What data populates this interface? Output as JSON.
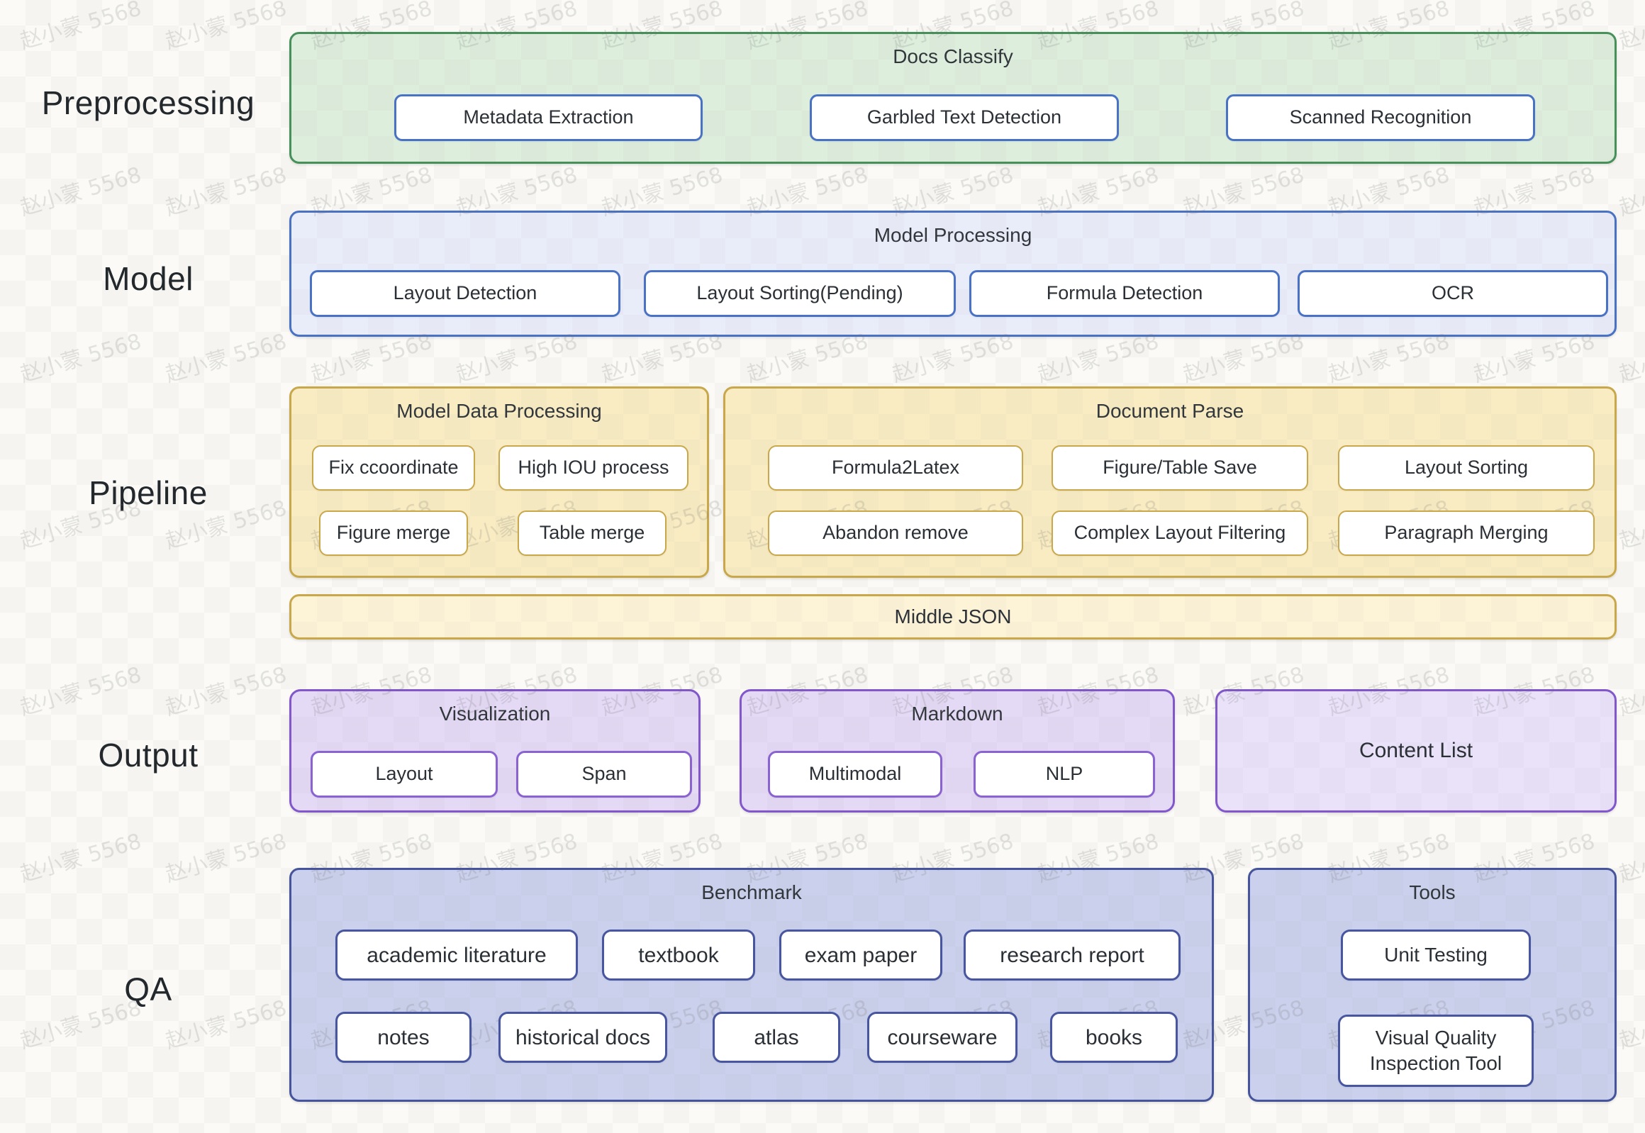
{
  "watermark": {
    "text": "赵小蒙 5568"
  },
  "row_labels": {
    "preprocessing": "Preprocessing",
    "model": "Model",
    "pipeline": "Pipeline",
    "output": "Output",
    "qa": "QA"
  },
  "docs_classify": {
    "title": "Docs Classify",
    "items": [
      "Metadata Extraction",
      "Garbled Text Detection",
      "Scanned Recognition"
    ]
  },
  "model_processing": {
    "title": "Model Processing",
    "items": [
      "Layout Detection",
      "Layout Sorting(Pending)",
      "Formula Detection",
      "OCR"
    ]
  },
  "model_data_processing": {
    "title": "Model Data Processing",
    "row1": [
      "Fix ccoordinate",
      "High IOU process"
    ],
    "row2": [
      "Figure merge",
      "Table merge"
    ]
  },
  "document_parse": {
    "title": "Document Parse",
    "row1": [
      "Formula2Latex",
      "Figure/Table Save",
      "Layout Sorting"
    ],
    "row2": [
      "Abandon remove",
      "Complex Layout Filtering",
      "Paragraph Merging"
    ]
  },
  "middle_json": {
    "title": "Middle JSON"
  },
  "visualization": {
    "title": "Visualization",
    "items": [
      "Layout",
      "Span"
    ]
  },
  "markdown": {
    "title": "Markdown",
    "items": [
      "Multimodal",
      "NLP"
    ]
  },
  "content_list": {
    "title": "Content List"
  },
  "benchmark": {
    "title": "Benchmark",
    "row1": [
      "academic literature",
      "textbook",
      "exam paper",
      "research report"
    ],
    "row2": [
      "notes",
      "historical docs",
      "atlas",
      "courseware",
      "books"
    ]
  },
  "tools": {
    "title": "Tools",
    "items": [
      "Unit Testing",
      "Visual Quality Inspection Tool"
    ]
  },
  "colors": {
    "page_bg": "#fbfaf7",
    "green_border": "#46915a",
    "green_bg": "#ddeedd",
    "blue_border": "#4a72c4",
    "blue_bg": "#e9edfa",
    "yellow_border": "#c9a84c",
    "yellow_bg": "#f9ecc3",
    "yellow_bar_bg": "#fdf4d8",
    "purple_border": "#8157cb",
    "purple_bg": "#e4daf6",
    "purple_bg_light": "#eae2f9",
    "navy_border": "#45549b",
    "navy_bg": "#cbd1ec",
    "text": "#2d3238",
    "watermark": "rgba(110,110,110,0.18)"
  }
}
